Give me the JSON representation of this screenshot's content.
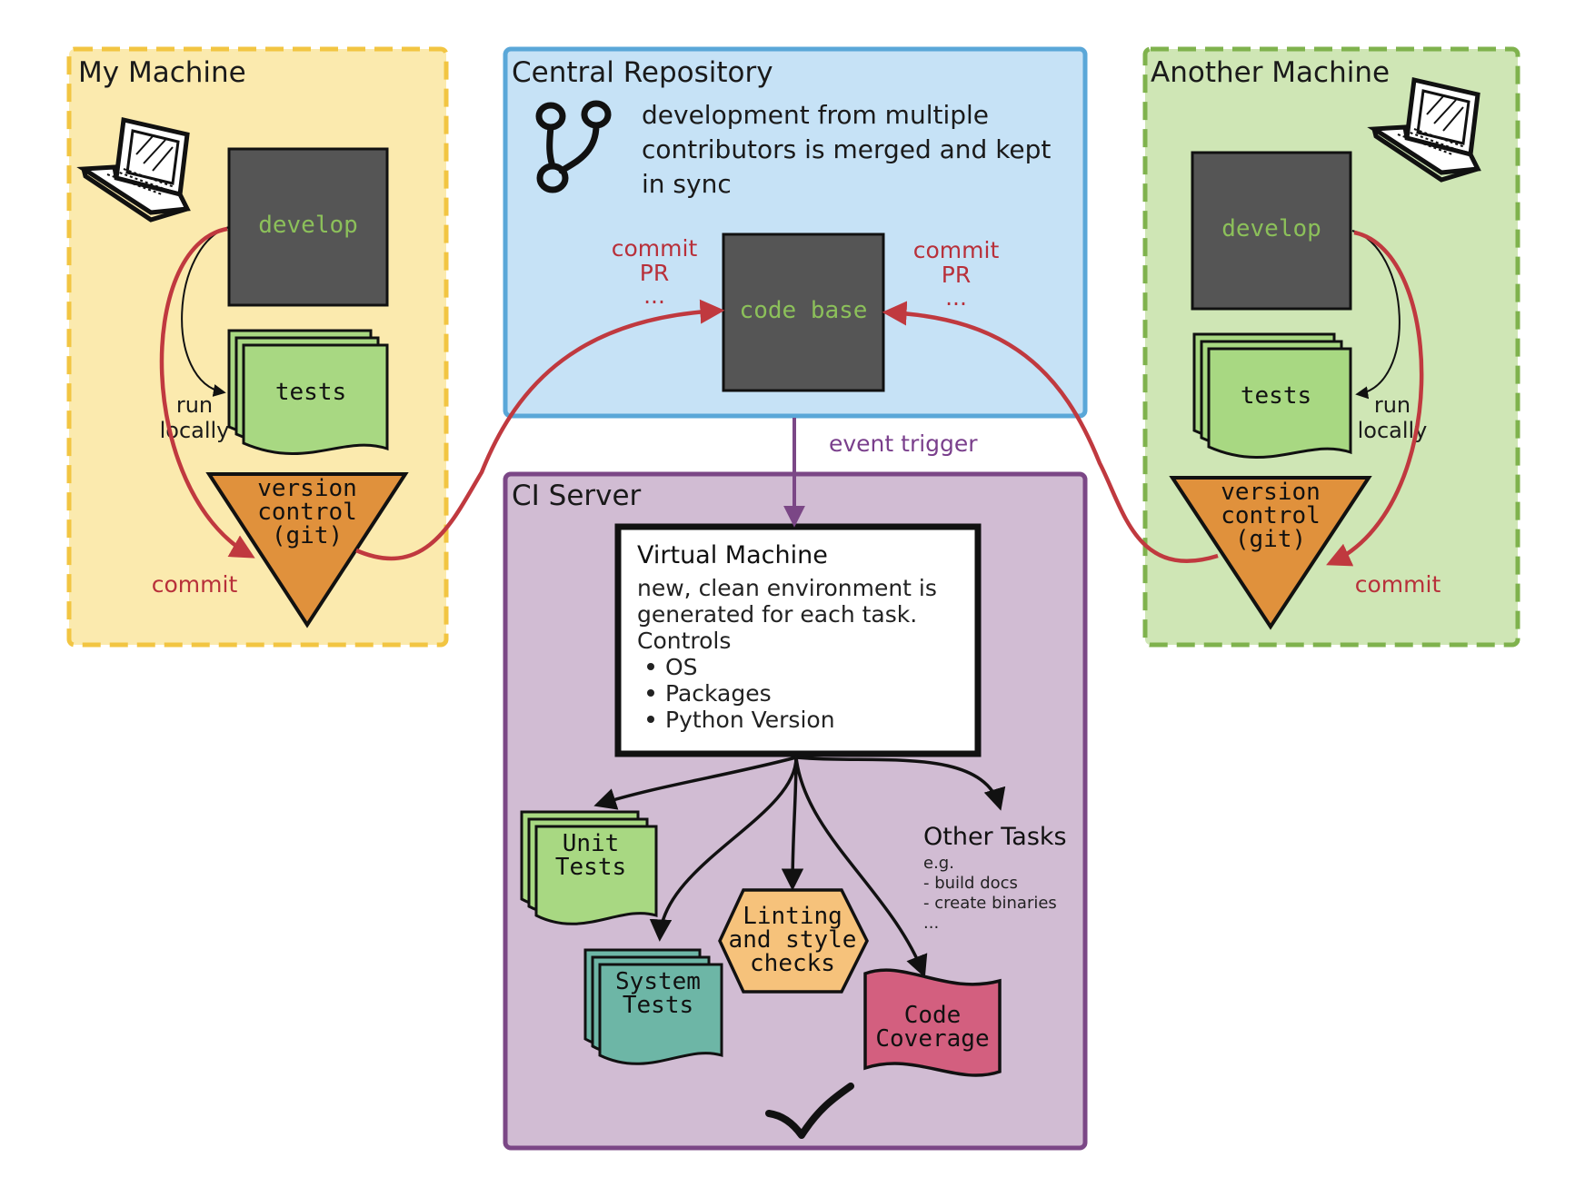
{
  "colors": {
    "my_machine_bg": "#fbeaae",
    "my_machine_border": "#f2c542",
    "central_repo_bg": "#c6e2f6",
    "central_repo_border": "#5aa7d8",
    "another_machine_bg": "#cfe6b5",
    "another_machine_border": "#7fb24d",
    "ci_server_bg": "#d1bcd3",
    "ci_server_border": "#7b4786",
    "dark_box": "#555555",
    "commit_arrow": "#c0393f",
    "event_arrow": "#7b4786",
    "tests_green": "#a8d882",
    "vcs_orange": "#e0913c",
    "system_tests_teal": "#6db6a6",
    "linting_peach": "#f6c27b",
    "coverage_pink": "#d35f7f"
  },
  "my_machine": {
    "title": "My Machine",
    "develop": "develop",
    "tests": "tests",
    "run_locally": [
      "run",
      "locally"
    ],
    "vcs": [
      "version",
      "control",
      "(git)"
    ],
    "commit": "commit"
  },
  "central_repo": {
    "title": "Central Repository",
    "description": [
      "development from multiple",
      "contributors is merged and kept",
      "in sync"
    ],
    "code_base": "code base",
    "left_labels": [
      "commit",
      "PR",
      "..."
    ],
    "right_labels": [
      "commit",
      "PR",
      "..."
    ]
  },
  "another_machine": {
    "title": "Another Machine",
    "develop": "develop",
    "tests": "tests",
    "run_locally": [
      "run",
      "locally"
    ],
    "vcs": [
      "version",
      "control",
      "(git)"
    ],
    "commit": "commit"
  },
  "event_trigger": "event trigger",
  "ci_server": {
    "title": "CI Server",
    "vm": {
      "title": "Virtual Machine",
      "lines": [
        "new, clean environment is",
        "generated for each task.",
        "Controls"
      ],
      "bullets": [
        "OS",
        "Packages",
        "Python Version"
      ]
    },
    "unit_tests": [
      "Unit",
      "Tests"
    ],
    "system_tests": [
      "System",
      "Tests"
    ],
    "linting": [
      "Linting",
      "and style",
      "checks"
    ],
    "code_coverage": [
      "Code",
      "Coverage"
    ],
    "other_tasks": {
      "title": "Other Tasks",
      "lines": [
        "e.g.",
        "- build docs",
        "- create binaries",
        "..."
      ]
    }
  }
}
